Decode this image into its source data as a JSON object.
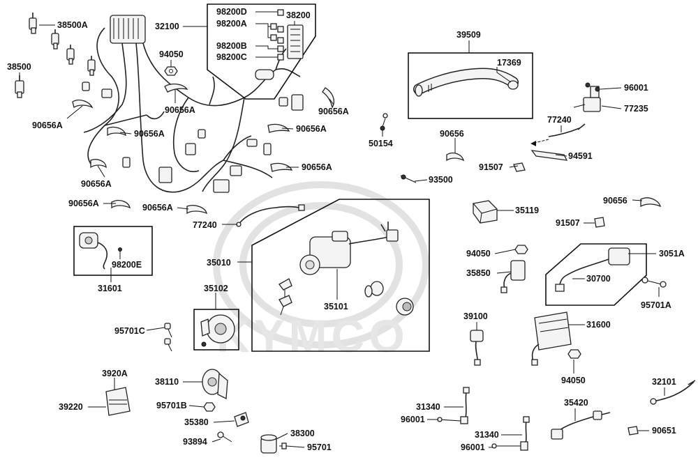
{
  "watermark": {
    "brand": "KYMCO"
  },
  "labels": {
    "p38500A": "38500A",
    "p38500": "38500",
    "p32100": "32100",
    "p98200D": "98200D",
    "p98200A": "98200A",
    "p38200": "38200",
    "p98200B": "98200B",
    "p98200C": "98200C",
    "p94050a": "94050",
    "p90656A_1": "90656A",
    "p90656A_2": "90656A",
    "p90656A_3": "90656A",
    "p90656A_4": "90656A",
    "p90656A_5": "90656A",
    "p90656A_6": "90656A",
    "p90656A_7": "90656A",
    "p90656A_8": "90656A",
    "p90656A_9": "90656A",
    "p39509": "39509",
    "p17369": "17369",
    "p96001a": "96001",
    "p77235": "77235",
    "p50154": "50154",
    "p90656a": "90656",
    "p77240a": "77240",
    "p94591": "94591",
    "p91507a": "91507",
    "p93500": "93500",
    "p35119": "35119",
    "p90656b": "90656",
    "p91507b": "91507",
    "p77240b": "77240",
    "p35010": "35010",
    "p98200E": "98200E",
    "p31601": "31601",
    "p94050b": "94050",
    "p3051A": "3051A",
    "p35850": "35850",
    "p30700": "30700",
    "p95701A": "95701A",
    "p35101": "35101",
    "p35102": "35102",
    "p95701C": "95701C",
    "p39100": "39100",
    "p31600": "31600",
    "p94050c": "94050",
    "p3920A": "3920A",
    "p38110": "38110",
    "p39220": "39220",
    "p95701B": "95701B",
    "p35380": "35380",
    "p93894": "93894",
    "p38300": "38300",
    "p95701": "95701",
    "p31340a": "31340",
    "p96001b": "96001",
    "p35420": "35420",
    "p32101": "32101",
    "p31340b": "31340",
    "p96001c": "96001",
    "p90651": "90651"
  }
}
